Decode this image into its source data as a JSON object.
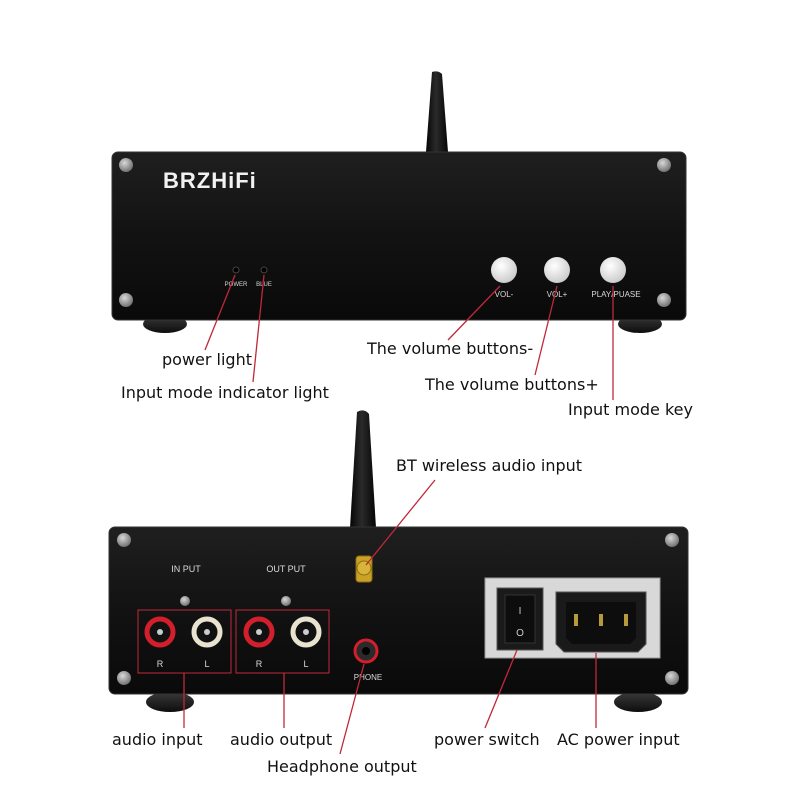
{
  "brand": "BRZHiFi",
  "front_panel": {
    "led_labels": {
      "power": "POWER",
      "blue": "BLUE"
    },
    "button_labels": {
      "vol_down": "VOL-",
      "vol_up": "VOL+",
      "play": "PLAY/PUASE"
    }
  },
  "rear_panel": {
    "input_label": "IN PUT",
    "output_label": "OUT PUT",
    "channel_right": "R",
    "channel_left": "L",
    "phone_label": "PHONE",
    "switch_on": "I",
    "switch_off": "O"
  },
  "callouts": {
    "power_light": "power light",
    "input_mode_indicator": "Input mode indicator light",
    "volume_down": "The volume buttons-",
    "volume_up": "The volume buttons+",
    "input_mode_key": "Input mode key",
    "bt_input": "BT wireless audio input",
    "audio_input": "audio input",
    "audio_output": "audio output",
    "headphone_output": "Headphone output",
    "power_switch": "power switch",
    "ac_power_input": "AC power input"
  },
  "colors": {
    "chassis": "#121212",
    "leader_line": "#c0283a",
    "rca_red": "#d21f2b",
    "rca_white": "#e8e2cf",
    "gold": "#c9a227"
  }
}
